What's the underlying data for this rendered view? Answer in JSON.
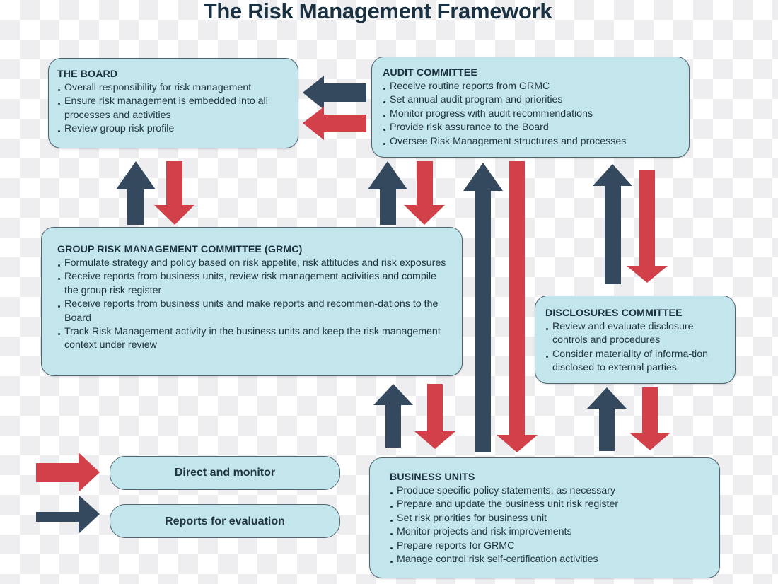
{
  "title": "The Risk Management Framework",
  "colors": {
    "box_fill": "#c2e6ec",
    "box_border": "#4f6470",
    "report_arrow": "#35495e",
    "direct_arrow": "#d2404a",
    "title_text": "#1a3142"
  },
  "boxes": {
    "board": {
      "heading": "THE BOARD",
      "items": [
        "Overall responsibility for risk management",
        "Ensure risk management is embedded into all processes and activities",
        "Review group risk profile"
      ]
    },
    "audit": {
      "heading": "AUDIT COMMITTEE",
      "items": [
        "Receive routine reports from GRMC",
        "Set annual audit program and priorities",
        "Monitor progress with audit recommendations",
        "Provide risk assurance to the Board",
        "Oversee Risk Management structures and processes"
      ]
    },
    "grmc": {
      "heading": "GROUP RISK MANAGEMENT COMMITTEE (GRMC)",
      "items": [
        "Formulate strategy and policy based on risk appetite, risk attitudes and risk exposures",
        "Receive reports from business units, review risk management activities and compile the group risk register",
        "Receive reports from business units and make reports and recommen-dations to the Board",
        "Track Risk Management activity in the business units and keep the risk management context under review"
      ]
    },
    "disclosures": {
      "heading": "DISCLOSURES COMMITTEE",
      "items": [
        "Review and evaluate disclosure controls and procedures",
        "Consider materiality of informa-tion disclosed to external parties"
      ]
    },
    "business_units": {
      "heading": "BUSINESS UNITS",
      "items": [
        "Produce specific policy statements, as necessary",
        "Prepare and update the business unit risk register",
        "Set risk priorities for business unit",
        "Monitor projects and risk improvements",
        "Prepare reports for GRMC",
        "Manage control risk self-certification activities"
      ]
    }
  },
  "legend": [
    {
      "label": "Direct and monitor",
      "arrow_color": "#d2404a"
    },
    {
      "label": "Reports for evaluation",
      "arrow_color": "#35495e"
    }
  ],
  "arrows": [
    {
      "from": "audit",
      "to": "board",
      "type": "reports"
    },
    {
      "from": "audit",
      "to": "board",
      "type": "direct"
    },
    {
      "from": "grmc",
      "to": "board",
      "type": "reports"
    },
    {
      "from": "board",
      "to": "grmc",
      "type": "direct"
    },
    {
      "from": "grmc",
      "to": "audit",
      "type": "reports"
    },
    {
      "from": "audit",
      "to": "grmc",
      "type": "direct"
    },
    {
      "from": "business_units",
      "to": "audit",
      "type": "reports"
    },
    {
      "from": "audit",
      "to": "business_units",
      "type": "direct"
    },
    {
      "from": "disclosures",
      "to": "audit",
      "type": "reports"
    },
    {
      "from": "audit",
      "to": "disclosures",
      "type": "direct"
    },
    {
      "from": "business_units",
      "to": "grmc",
      "type": "reports"
    },
    {
      "from": "grmc",
      "to": "business_units",
      "type": "direct"
    },
    {
      "from": "business_units",
      "to": "disclosures",
      "type": "reports"
    },
    {
      "from": "disclosures",
      "to": "business_units",
      "type": "direct"
    }
  ]
}
